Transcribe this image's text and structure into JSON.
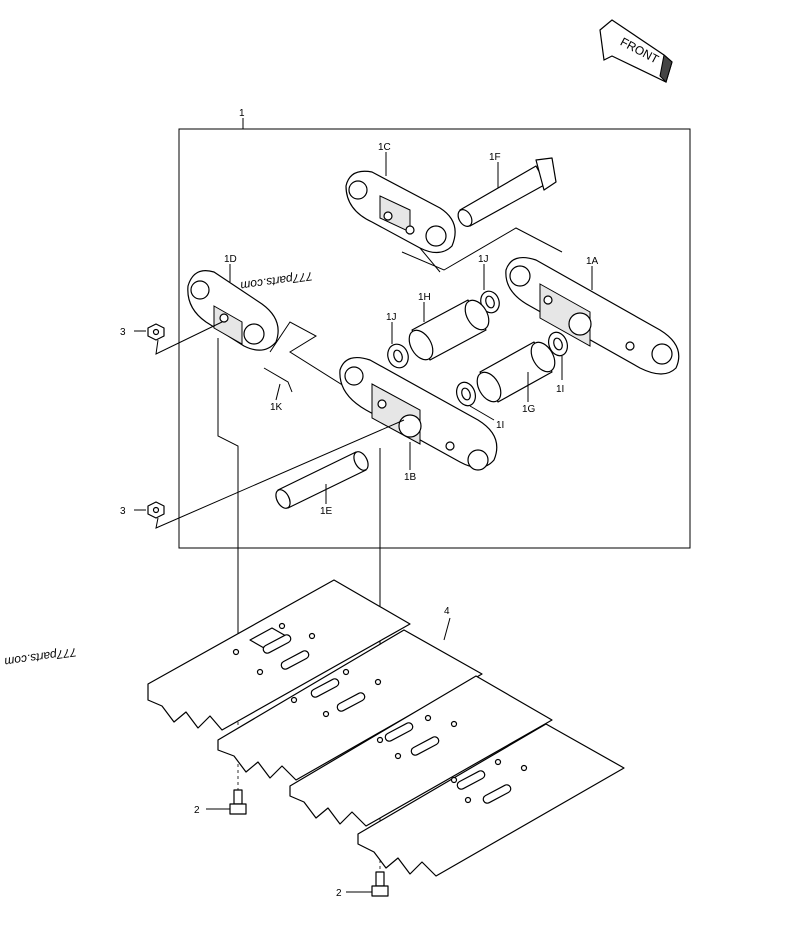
{
  "front_badge": {
    "label": "FRONT"
  },
  "labels": {
    "assembly": "1",
    "link_a": "1A",
    "link_b": "1B",
    "link_c": "1C",
    "link_d": "1D",
    "pin_e": "1E",
    "pin_f": "1F",
    "bushing_g": "1G",
    "bushing_h": "1H",
    "seal_i_1": "1I",
    "seal_i_2": "1I",
    "seal_j_1": "1J",
    "seal_j_2": "1J",
    "lock_k": "1K",
    "bolt_1": "2",
    "bolt_2": "2",
    "nut_1": "3",
    "nut_2": "3",
    "shoe": "4"
  },
  "watermarks": [
    "777parts.com",
    "777parts.com"
  ]
}
